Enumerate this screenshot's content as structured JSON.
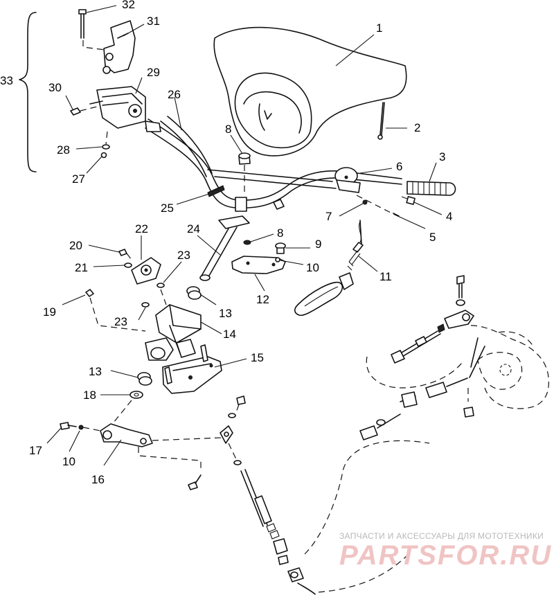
{
  "diagram": {
    "callouts": [
      "1",
      "2",
      "3",
      "4",
      "5",
      "6",
      "7",
      "8",
      "8",
      "9",
      "10",
      "10",
      "11",
      "12",
      "13",
      "13",
      "14",
      "15",
      "16",
      "17",
      "18",
      "19",
      "20",
      "21",
      "22",
      "23",
      "23",
      "24",
      "25",
      "26",
      "27",
      "28",
      "29",
      "30",
      "31",
      "32",
      "33"
    ]
  },
  "watermark": {
    "tagline": "ЗАПЧАСТИ И АКСЕССУАРЫ ДЛЯ МОТОТЕХНИКИ",
    "brand": "PARTSFOR.RU"
  }
}
